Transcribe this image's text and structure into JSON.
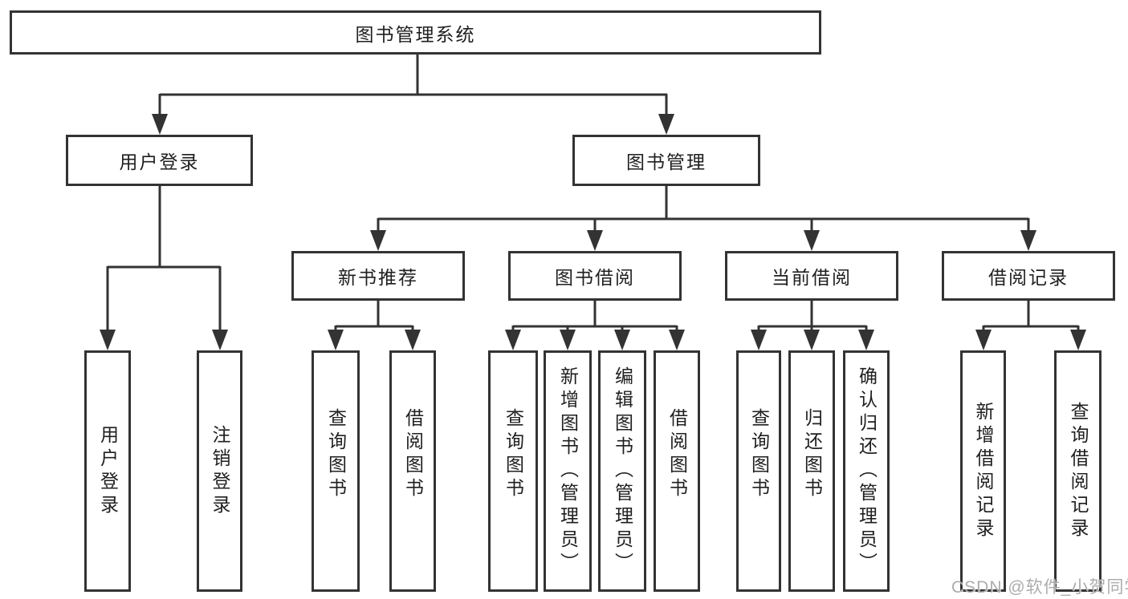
{
  "diagram": {
    "root": {
      "label": "图书管理系统"
    },
    "level2": [
      {
        "label": "用户登录"
      },
      {
        "label": "图书管理"
      }
    ],
    "level3": [
      {
        "label": "新书推荐"
      },
      {
        "label": "图书借阅"
      },
      {
        "label": "当前借阅"
      },
      {
        "label": "借阅记录"
      }
    ],
    "leaves": {
      "user_login": [
        {
          "label": "用户登录"
        },
        {
          "label": "注销登录"
        }
      ],
      "new_book": [
        {
          "label": "查询图书"
        },
        {
          "label": "借阅图书"
        }
      ],
      "book_borrow": [
        {
          "label": "查询图书"
        },
        {
          "label": "新增图书（管理员）"
        },
        {
          "label": "编辑图书（管理员）"
        },
        {
          "label": "借阅图书"
        }
      ],
      "current_borrow": [
        {
          "label": "查询图书"
        },
        {
          "label": "归还图书"
        },
        {
          "label": "确认归还（管理员）"
        }
      ],
      "borrow_record": [
        {
          "label": "新增借阅记录"
        },
        {
          "label": "查询借阅记录"
        }
      ]
    }
  },
  "watermark": {
    "text": "CSDN @软件_小贺同学"
  },
  "colors": {
    "line": "#333333",
    "text": "#1f1f1f",
    "background": "#ffffff",
    "watermark": "#a8a8a8"
  }
}
